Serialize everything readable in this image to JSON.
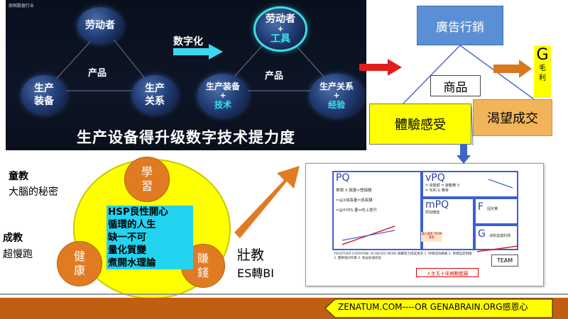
{
  "dark_panel": {
    "corner_text": "原图数据行业",
    "left_triangle": {
      "top_node": "劳动者",
      "center_label": "产品",
      "left_node": [
        "生产",
        "装备"
      ],
      "right_node": [
        "生产",
        "关系"
      ]
    },
    "digitize_label": "数字化",
    "right_triangle": {
      "top_node": [
        "劳动者",
        "+",
        "工具"
      ],
      "center_label": "产品",
      "left_node": [
        "生产装备",
        "+",
        "技术"
      ],
      "right_node": [
        "生产关系",
        "+",
        "经验"
      ]
    },
    "bottom_title": "生产设备得升级数字技术提力度"
  },
  "marketing": {
    "ad_box": "廣告行銷",
    "goods_box": "商品",
    "experience_box": "體驗感受",
    "desire_box": "渴望成交",
    "g_letter": "G",
    "g_sub": "毛利"
  },
  "left_side": {
    "child_title": "童教",
    "child_sub": "大腦的秘密",
    "adult_title": "成教",
    "adult_sub": "超慢跑"
  },
  "circle": {
    "learn": [
      "學",
      "習"
    ],
    "health": [
      "健",
      "康"
    ],
    "earn": [
      "賺",
      "錢"
    ],
    "center_lines": [
      "HSP良性開心",
      "循環的人生",
      "缺一不可",
      "量化質變",
      "煮開水理論"
    ]
  },
  "strong": {
    "title": "壯教",
    "sub": "ES轉BI"
  },
  "report": {
    "pq_head": "PQ",
    "pq_lines": [
      "單價 X 銷量=營銷額",
      "=@X成長量=成長額",
      "=@XYES 量=向上提升"
    ],
    "vpq_head": "vPQ",
    "vpq_lines": [
      "= 營業額 = 變動費 V",
      "= 毛利 G 費率"
    ],
    "mpq_head": "mPQ",
    "mpq_lines": [
      "附加價值"
    ],
    "f_head": "F",
    "f_line": "固定費",
    "g_head": "G",
    "g_line": "淨收益或利潤",
    "mini_note": "個人差距 TEAM 差距",
    "together": "TOGETHER EVERYONE ACHIEVES MORE 群聚智力成就更多 1. 時間成效顯著 2. 目標設定明確 3. 團隊協同作業 4. 收益加速成長",
    "team": "TEAM",
    "life": "人生五十年規劃藍圖"
  },
  "footer": {
    "text": "ZENATUM.COM----OR GENABRAIN.ORG感恩心"
  },
  "colors": {
    "dark_bg": "#0a0f1c",
    "cyan_accent": "#30e8f0",
    "ad_blue": "#5b8fd5",
    "highlight_yellow": "#ffff00",
    "orange": "#e07b22",
    "desire_orange": "#f2b45a",
    "cyan_highlight": "#22d4f0",
    "footer_band": "#c25e12"
  }
}
